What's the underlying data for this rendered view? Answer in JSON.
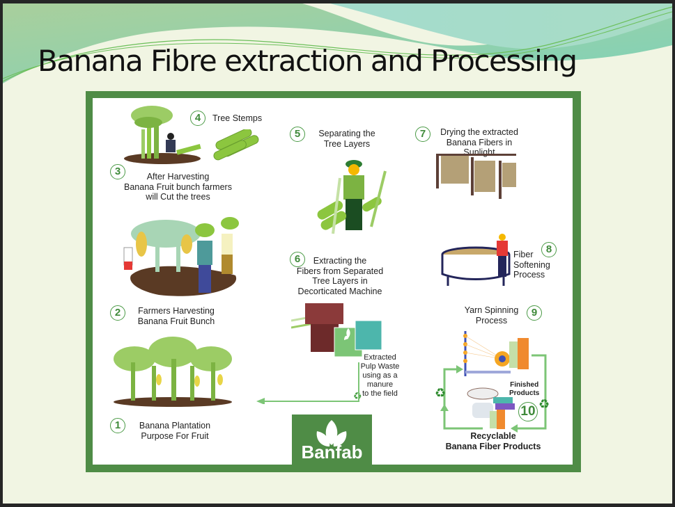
{
  "slide": {
    "title": "Banana Fibre extraction and Processing"
  },
  "steps": [
    {
      "number": "1",
      "label": "Banana Plantation\nPurpose For Fruit"
    },
    {
      "number": "2",
      "label": "Farmers Harvesting\nBanana Fruit Bunch"
    },
    {
      "number": "3",
      "label": "After Harvesting\nBanana Fruit bunch farmers\nwill Cut the trees"
    },
    {
      "number": "4",
      "label": "Tree Stemps"
    },
    {
      "number": "5",
      "label": "Separating the\nTree Layers"
    },
    {
      "number": "6",
      "label": "Extracting the\nFibers from Separated\nTree Layers in\nDecorticated Machine"
    },
    {
      "number": "7",
      "label": "Drying the extracted\nBanana Fibers in Sunlight"
    },
    {
      "number": "8",
      "label": "Fiber\nSoftening\nProcess"
    },
    {
      "number": "9",
      "label": "Yarn Spinning\nProcess"
    },
    {
      "number": "10",
      "label": "Recyclable\nBanana Fiber Products"
    }
  ],
  "notes": {
    "pulp_waste": "Extracted\nPulp Waste\nusing as a\nmanure\nto the field",
    "finished_products": "Finished\nProducts"
  },
  "logo": {
    "text": "Banfab"
  },
  "colors": {
    "frame": "#4f8c46",
    "accent": "#4a9a45",
    "arrow": "#7cc576",
    "background": "#f1f5e3"
  }
}
